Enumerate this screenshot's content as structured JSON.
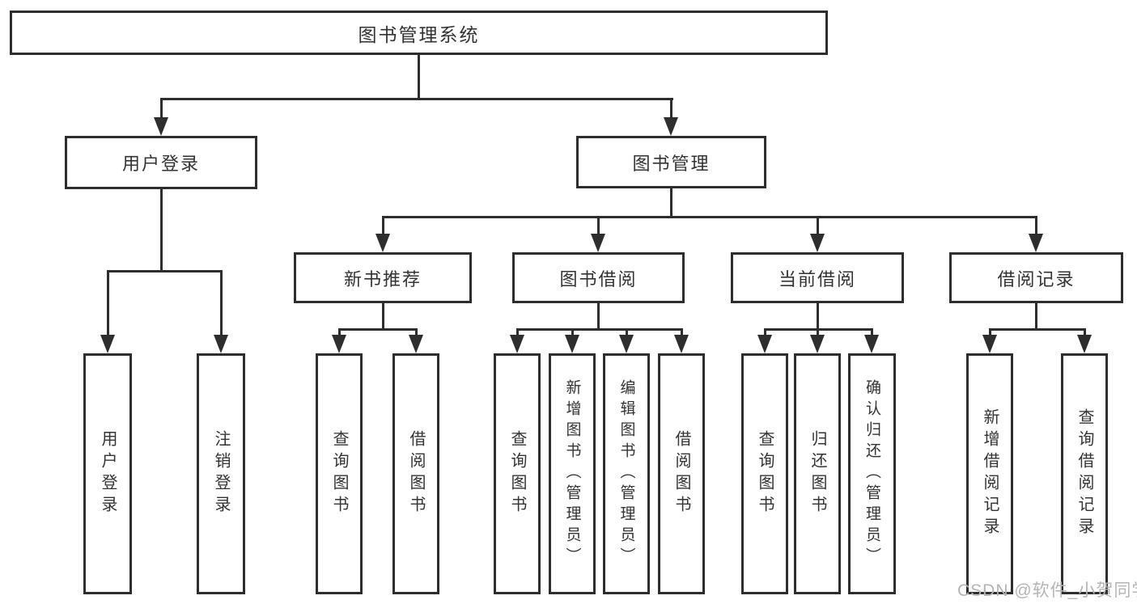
{
  "diagram": {
    "background": "#ffffff",
    "line_color": "#2e2e2e",
    "text_color": "#333333",
    "watermark": "CSDN @软件_小贺同学",
    "watermark_color": "#b5b5b5",
    "nodes": {
      "root": "图书管理系统",
      "user_login": "用户登录",
      "book_mgmt": "图书管理",
      "new_books": "新书推荐",
      "book_borrow": "图书借阅",
      "current_borrow": "当前借阅",
      "borrow_records": "借阅记录",
      "leaf_user_login": "用户登录",
      "leaf_logout": "注销登录",
      "leaf_nb_query": "查询图书",
      "leaf_nb_borrow": "借阅图书",
      "leaf_bb_query": "查询图书",
      "leaf_bb_add": "新增图书（管理员）",
      "leaf_bb_edit": "编辑图书（管理员）",
      "leaf_bb_borrow": "借阅图书",
      "leaf_cb_query": "查询图书",
      "leaf_cb_return": "归还图书",
      "leaf_cb_confirm": "确认归还（管理员）",
      "leaf_br_add": "新增借阅记录",
      "leaf_br_query": "查询借阅记录"
    },
    "edges": [
      [
        "root",
        "user_login"
      ],
      [
        "root",
        "book_mgmt"
      ],
      [
        "user_login",
        "leaf_user_login"
      ],
      [
        "user_login",
        "leaf_logout"
      ],
      [
        "book_mgmt",
        "new_books"
      ],
      [
        "book_mgmt",
        "book_borrow"
      ],
      [
        "book_mgmt",
        "current_borrow"
      ],
      [
        "book_mgmt",
        "borrow_records"
      ],
      [
        "new_books",
        "leaf_nb_query"
      ],
      [
        "new_books",
        "leaf_nb_borrow"
      ],
      [
        "book_borrow",
        "leaf_bb_query"
      ],
      [
        "book_borrow",
        "leaf_bb_add"
      ],
      [
        "book_borrow",
        "leaf_bb_edit"
      ],
      [
        "book_borrow",
        "leaf_bb_borrow"
      ],
      [
        "current_borrow",
        "leaf_cb_query"
      ],
      [
        "current_borrow",
        "leaf_cb_return"
      ],
      [
        "current_borrow",
        "leaf_cb_confirm"
      ],
      [
        "borrow_records",
        "leaf_br_add"
      ],
      [
        "borrow_records",
        "leaf_br_query"
      ]
    ]
  }
}
